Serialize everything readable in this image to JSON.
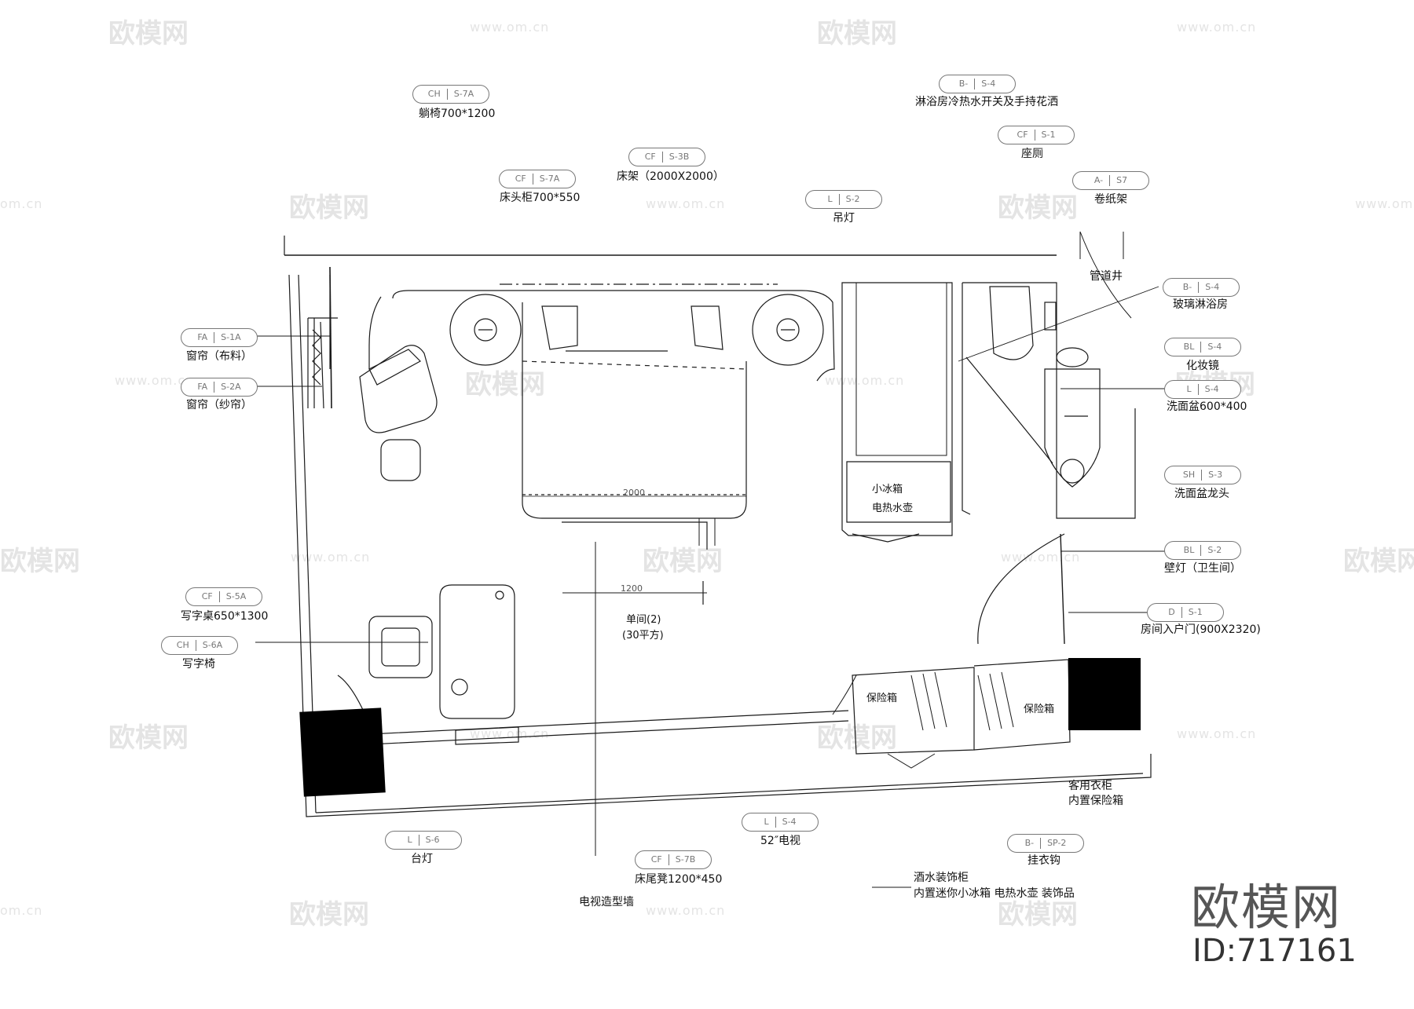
{
  "watermark": {
    "name": "欧模网",
    "url": "www.om.cn",
    "url_short": "om.cn"
  },
  "brand": {
    "name": "欧模网",
    "id": "ID:717161"
  },
  "labels": {
    "chaise": "躺椅700*1200",
    "shower_switch": "淋浴房冷热水开关及手持花洒",
    "toilet": "座厕",
    "bed_frame": "床架（2000X2000）",
    "nightstand": "床头柜700*550",
    "pendant": "吊灯",
    "tissue": "卷纸架",
    "pipe_shaft": "管道井",
    "glass_shower": "玻璃淋浴房",
    "curtain_cloth": "窗帘（布料）",
    "curtain_sheer": "窗帘（纱帘）",
    "makeup_mirror": "化妆镜",
    "basin": "洗面盆600*400",
    "faucet": "洗面盆龙头",
    "wall_lamp": "壁灯（卫生间）",
    "entry_door": "房间入户门(900X2320)",
    "desk": "写字桌650*1300",
    "desk_chair": "写字椅",
    "room_name": "单间(2)",
    "room_area": "(30平方)",
    "minibar": "小冰箱",
    "kettle": "电热水壶",
    "safe1": "保险箱",
    "safe2": "保险箱",
    "wardrobe": "客用衣柜",
    "wardrobe_sub": "内置保险箱",
    "table_lamp": "台灯",
    "tv": "52″电视",
    "hook": "挂衣钩",
    "bench": "床尾凳1200*450",
    "water_bar": "酒水装饰柜",
    "water_bar_sub": "内置迷你小冰箱 电热水壶 装饰品",
    "tv_wall": "电视造型墙"
  },
  "dimensions": {
    "bed_width": "2000",
    "bench_width": "1200"
  },
  "colors": {
    "line": "#1a1a1a",
    "tag": "#777777",
    "watermark": "#e4e4e4",
    "fill": "#000000"
  }
}
